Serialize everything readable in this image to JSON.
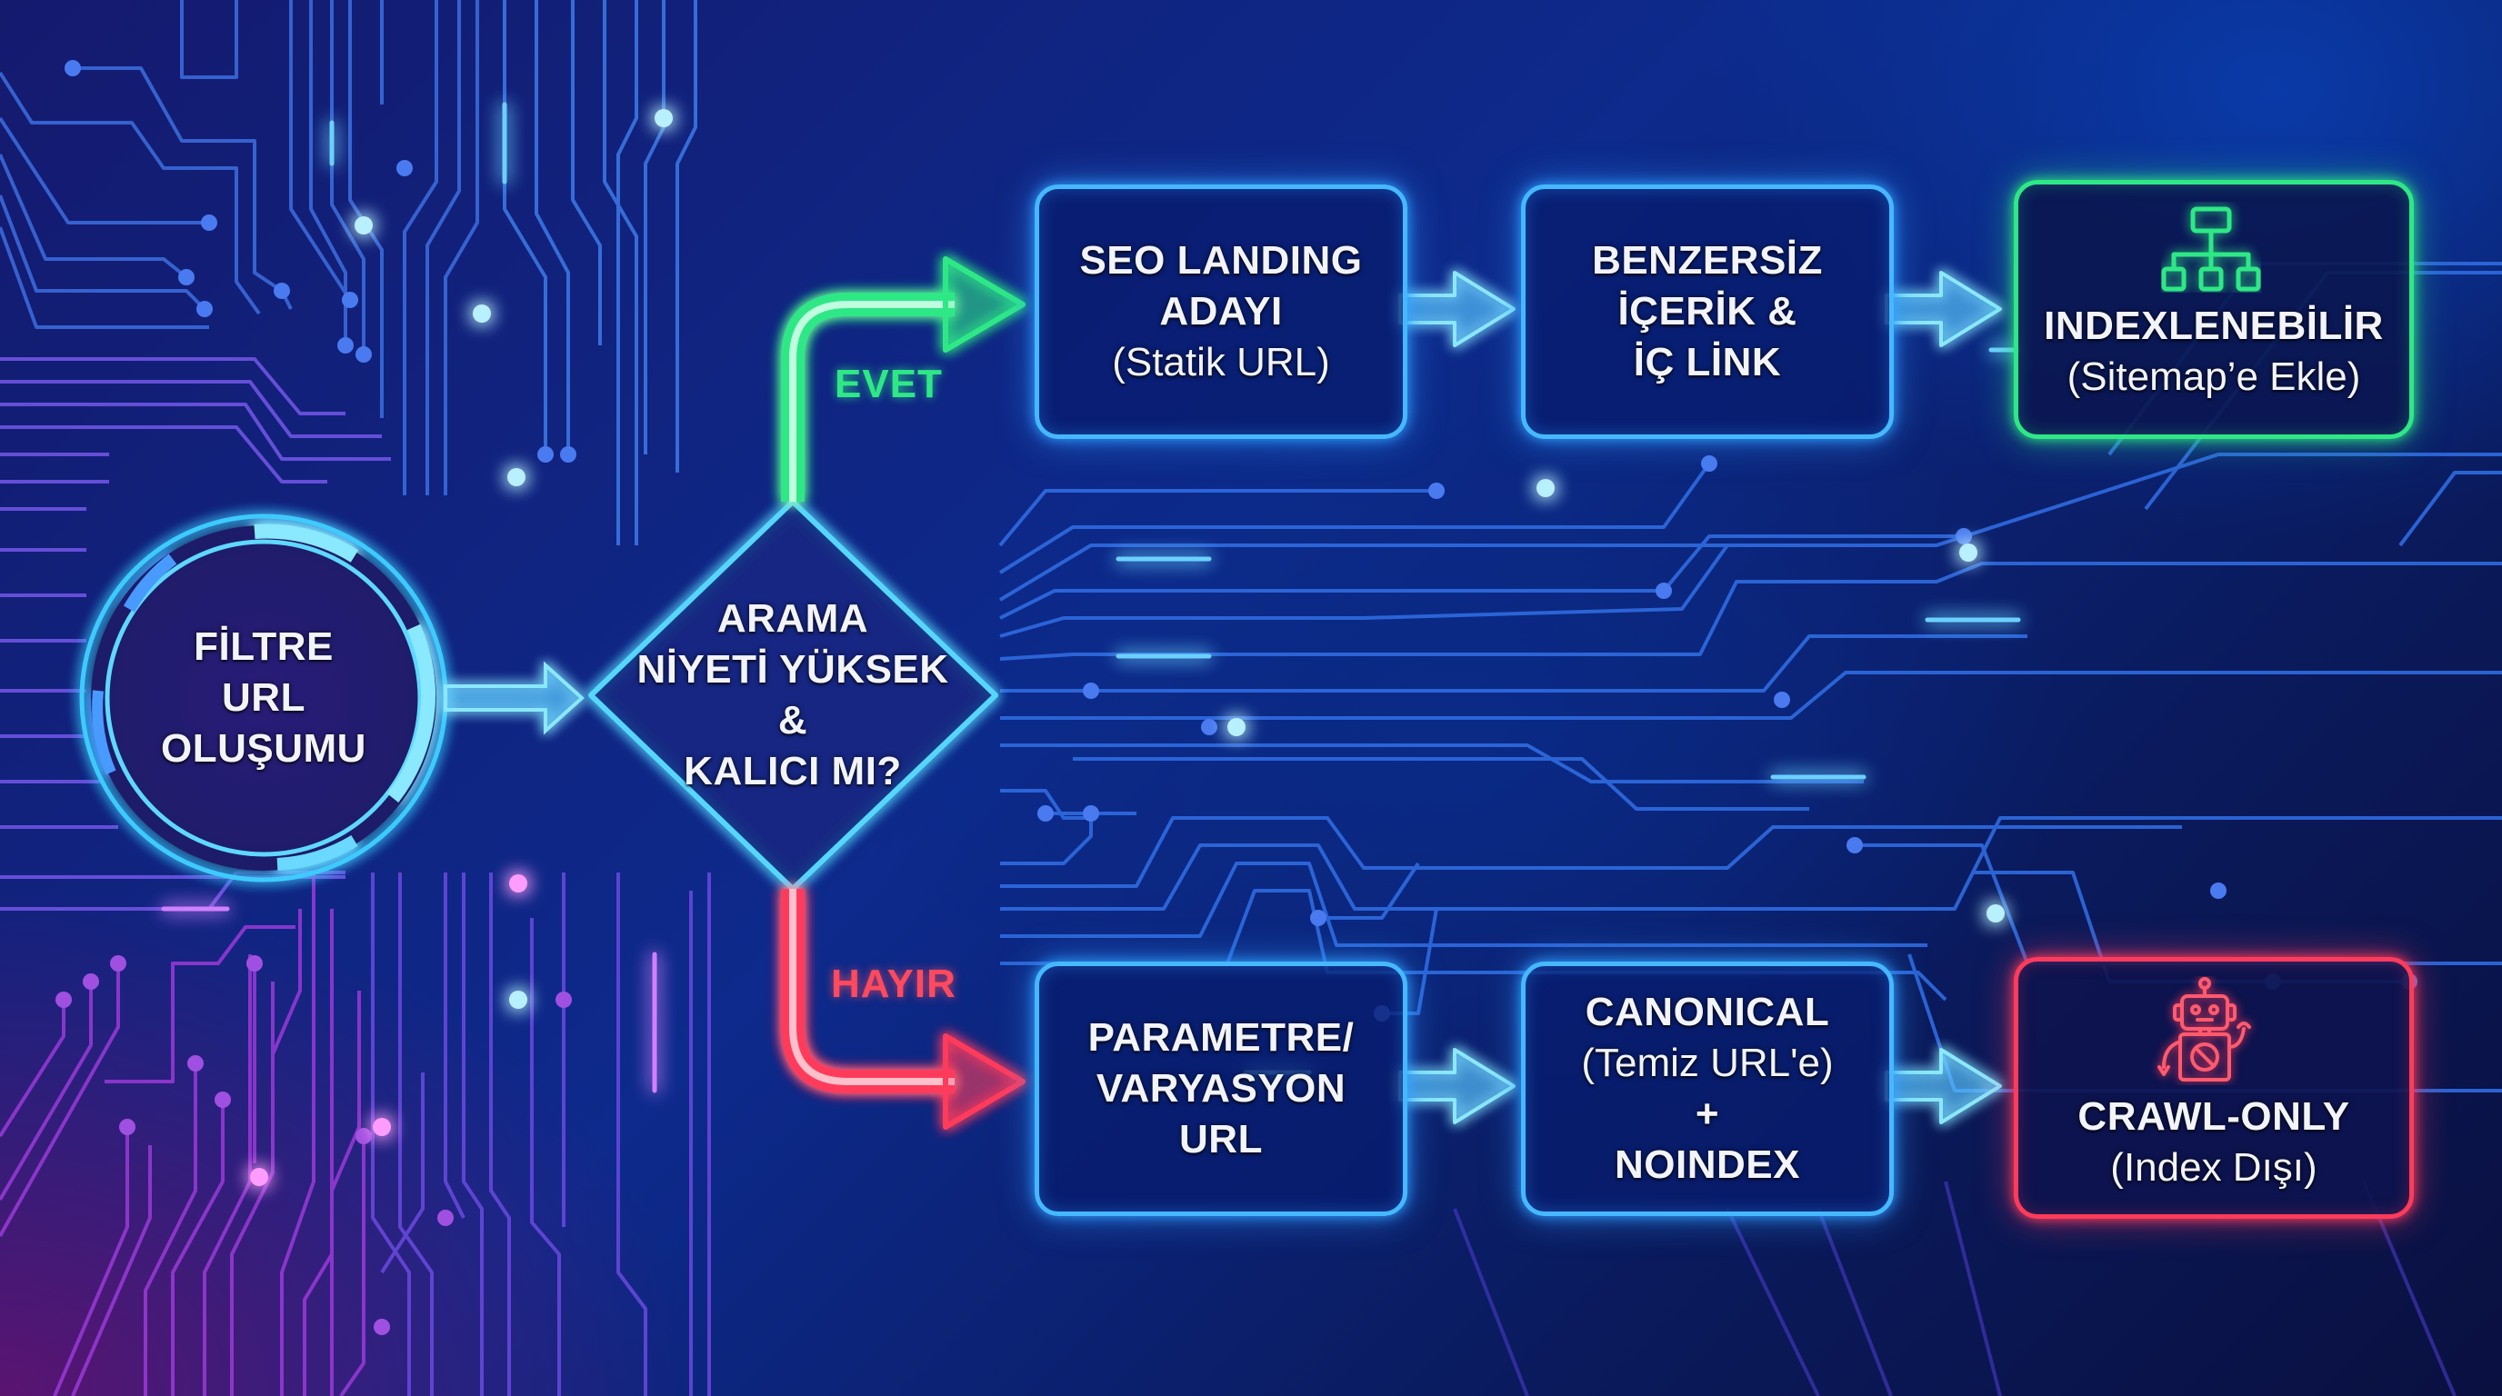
{
  "diagram": {
    "type": "flowchart",
    "start": {
      "lines": [
        "FİLTRE",
        "URL",
        "OLUŞUMU"
      ]
    },
    "decision": {
      "lines": [
        "ARAMA",
        "NİYETİ YÜKSEK",
        "&",
        "KALICI MI?"
      ]
    },
    "branches": {
      "yes": {
        "label": "EVET",
        "color": "#2ee886",
        "steps": [
          {
            "title_lines": [
              "SEO LANDING",
              "ADAYI"
            ],
            "subtitle": "(Statik URL)"
          },
          {
            "title_lines": [
              "BENZERSİZ",
              "İÇERİK &",
              "İÇ LİNK"
            ]
          },
          {
            "title_lines": [
              "INDEXLENEBİLİR"
            ],
            "subtitle": "(Sitemap’e Ekle)",
            "icon": "sitemap-hierarchy-icon",
            "status_color": "#2ee886"
          }
        ]
      },
      "no": {
        "label": "HAYIR",
        "color": "#ff4a5e",
        "steps": [
          {
            "title_lines": [
              "PARAMETRE/",
              "VARYASYON",
              "URL"
            ]
          },
          {
            "title_lines": [
              "CANONICAL"
            ],
            "subtitle": "(Temiz URL'e)",
            "connector": "+",
            "title2": "NOINDEX"
          },
          {
            "title_lines": [
              "CRAWL-ONLY"
            ],
            "subtitle": "(Index Dışı)",
            "icon": "blocked-robot-icon",
            "status_color": "#ff3b5c"
          }
        ]
      }
    },
    "edges": [
      {
        "from": "start",
        "to": "decision"
      },
      {
        "from": "decision",
        "to": "yes.0",
        "label": "EVET"
      },
      {
        "from": "yes.0",
        "to": "yes.1"
      },
      {
        "from": "yes.1",
        "to": "yes.2"
      },
      {
        "from": "decision",
        "to": "no.0",
        "label": "HAYIR"
      },
      {
        "from": "no.0",
        "to": "no.1"
      },
      {
        "from": "no.1",
        "to": "no.2"
      }
    ],
    "colors": {
      "node_border": "#46b8ff",
      "yes": "#2ee886",
      "no": "#ff3b5c",
      "background_top": "#0d2a8c",
      "background_bottom_left": "#5a1470"
    }
  }
}
